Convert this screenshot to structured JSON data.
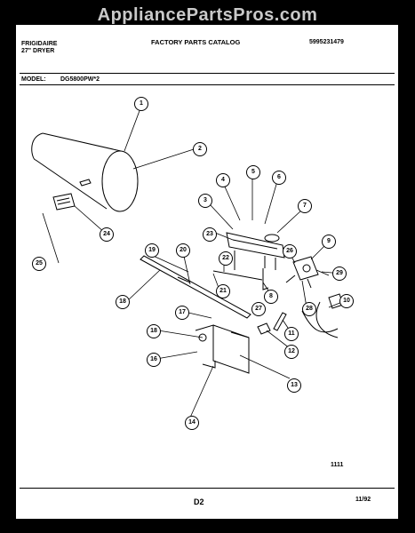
{
  "watermark": "AppliancePartsPros.com",
  "header": {
    "brand": "FRIGIDAIRE",
    "product": "27\" DRYER",
    "catalog_title": "FACTORY PARTS CATALOG",
    "catalog_number": "5995231479",
    "model_label": "MODEL:",
    "model_value": "DG5800PW*2"
  },
  "callouts": [
    "1",
    "2",
    "3",
    "4",
    "5",
    "6",
    "7",
    "8",
    "9",
    "10",
    "11",
    "12",
    "13",
    "14",
    "16",
    "17",
    "18",
    "19",
    "20",
    "21",
    "22",
    "23",
    "24",
    "25",
    "26",
    "27",
    "28",
    "29"
  ],
  "footer": {
    "code": "1111",
    "page": "D2",
    "date": "11/92"
  },
  "colors": {
    "line": "#000000",
    "background": "#ffffff",
    "watermark": "#c9c9c9"
  }
}
